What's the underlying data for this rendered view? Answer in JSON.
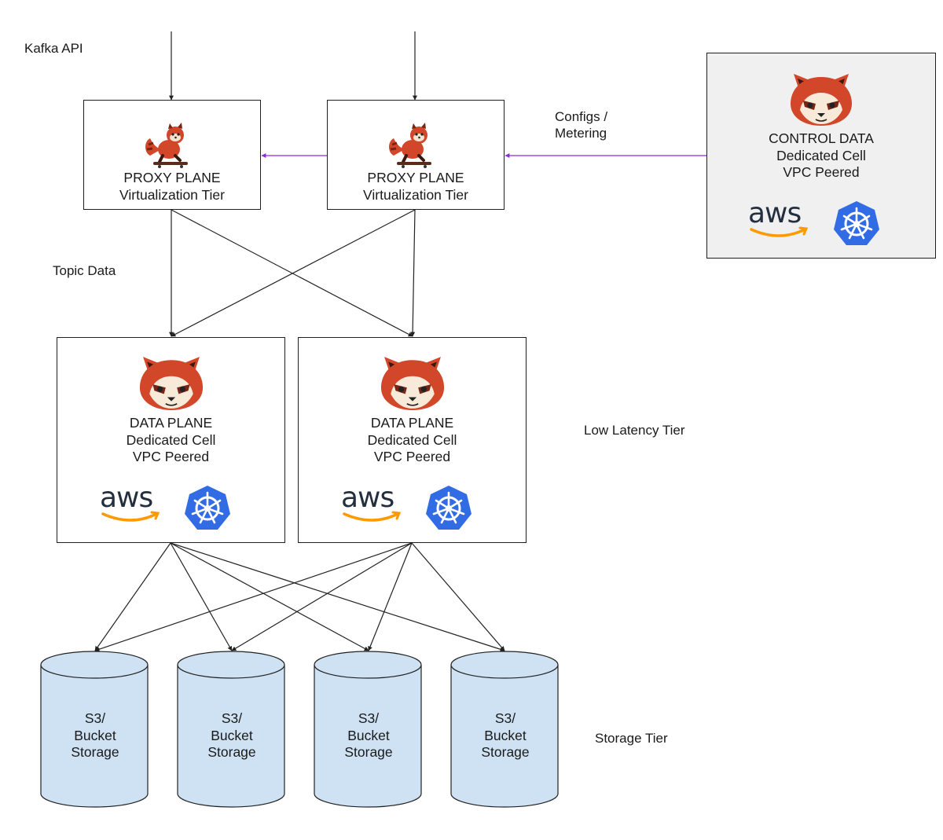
{
  "labels": {
    "kafka_api": "Kafka API",
    "topic_data": "Topic Data",
    "configs_1": "Configs /",
    "configs_2": "Metering",
    "low_latency": "Low Latency Tier",
    "storage_tier": "Storage Tier"
  },
  "proxy_planes": [
    {
      "line1": "PROXY PLANE",
      "line2": "Virtualization Tier"
    },
    {
      "line1": "PROXY PLANE",
      "line2": "Virtualization Tier"
    }
  ],
  "control": {
    "line1": "CONTROL DATA",
    "line2": "Dedicated Cell",
    "line3": "VPC Peered",
    "aws_text": "aws"
  },
  "data_planes": [
    {
      "line1": "DATA PLANE",
      "line2": "Dedicated Cell",
      "line3": "VPC Peered",
      "aws_text": "aws"
    },
    {
      "line1": "DATA PLANE",
      "line2": "Dedicated Cell",
      "line3": "VPC Peered",
      "aws_text": "aws"
    }
  ],
  "storage": [
    {
      "line1": "S3/",
      "line2": "Bucket",
      "line3": "Storage"
    },
    {
      "line1": "S3/",
      "line2": "Bucket",
      "line3": "Storage"
    },
    {
      "line1": "S3/",
      "line2": "Bucket",
      "line3": "Storage"
    },
    {
      "line1": "S3/",
      "line2": "Bucket",
      "line3": "Storage"
    }
  ],
  "colors": {
    "config_arrow": "#8a2be2",
    "cylinder_fill": "#cfe2f3",
    "aws_text": "#232f3e",
    "aws_smile": "#ff9900",
    "k8s_blue": "#326ce5",
    "panda_orange": "#d2462a"
  },
  "icons": [
    "red-panda-icon",
    "red-panda-skateboard-icon",
    "aws-logo",
    "kubernetes-icon"
  ]
}
